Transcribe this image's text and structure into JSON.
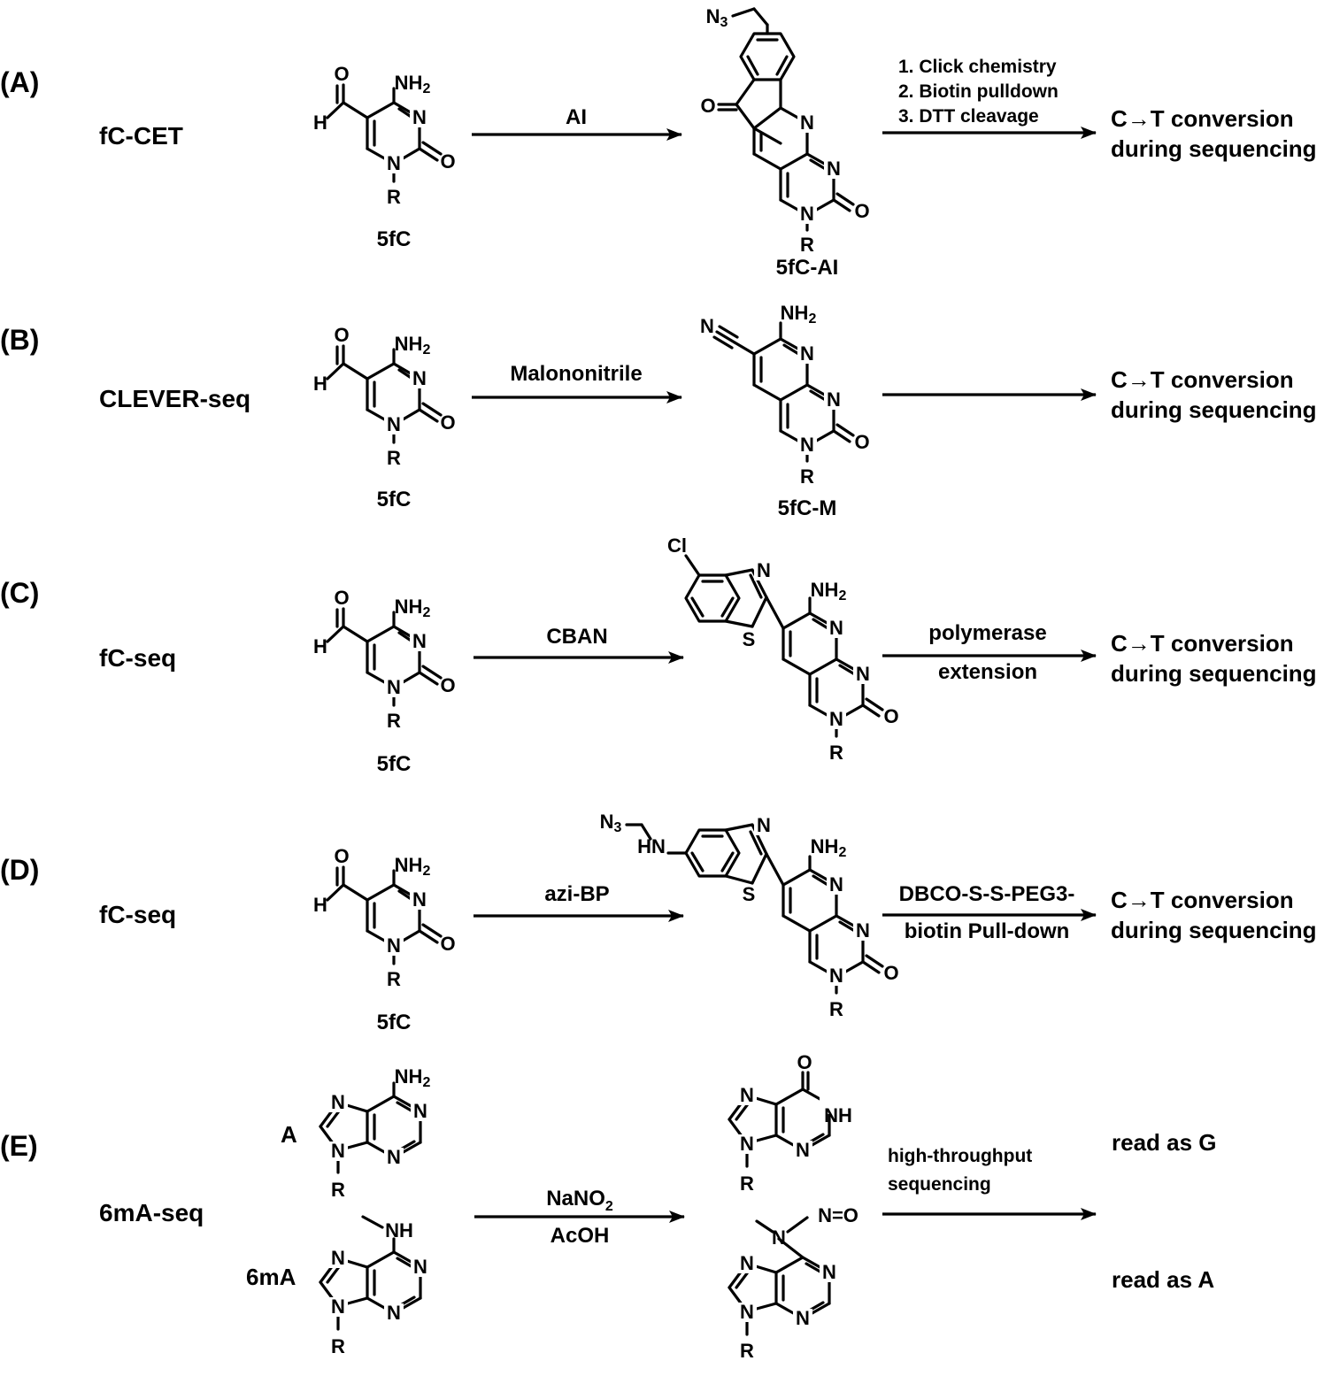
{
  "panels": [
    {
      "label": "(A)",
      "method": "fC-CET",
      "substrate": "5fC",
      "reagent": "AI",
      "product": "5fC-AI",
      "steps": [
        "1. Click chemistry",
        "2. Biotin pulldown",
        "3. DTT cleavage"
      ],
      "outcome": [
        "C→T conversion",
        "during sequencing"
      ]
    },
    {
      "label": "(B)",
      "method": "CLEVER-seq",
      "substrate": "5fC",
      "reagent": "Malononitrile",
      "product": "5fC-M",
      "outcome": [
        "C→T conversion",
        "during sequencing"
      ]
    },
    {
      "label": "(C)",
      "method": "fC-seq",
      "substrate": "5fC",
      "reagent": "CBAN",
      "steps": [
        "polymerase",
        "extension"
      ],
      "outcome": [
        "C→T conversion",
        "during sequencing"
      ]
    },
    {
      "label": "(D)",
      "method": "fC-seq",
      "substrate": "5fC",
      "reagent": "azi-BP",
      "steps": [
        "DBCO-S-S-PEG3-",
        "biotin Pull-down"
      ],
      "outcome": [
        "C→T conversion",
        "during sequencing"
      ]
    },
    {
      "label": "(E)",
      "method": "6mA-seq",
      "substrates": [
        "A",
        "6mA"
      ],
      "reagents": [
        "NaNO2",
        "AcOH"
      ],
      "steps": [
        "high-throughput",
        "sequencing"
      ],
      "outcomes": [
        "read as G",
        "read as A"
      ]
    }
  ]
}
